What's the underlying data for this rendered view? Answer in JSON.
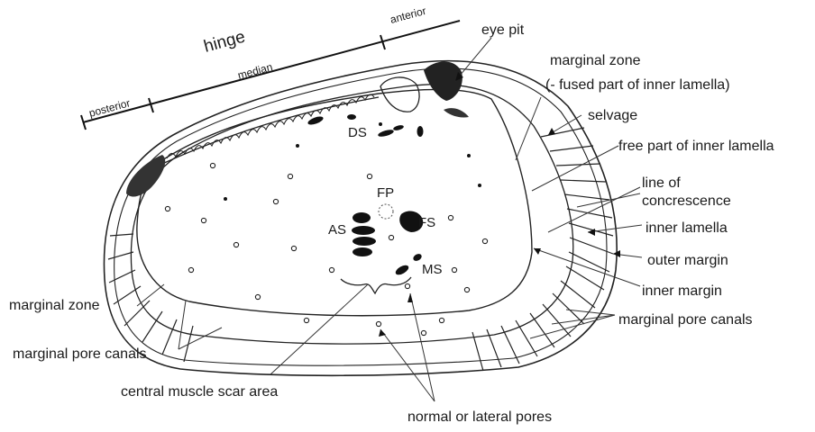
{
  "diagram": {
    "hinge_labels": {
      "hinge": "hinge",
      "median": "median",
      "anterior": "anterior",
      "posterior": "posterior"
    },
    "labels": {
      "eye_pit": "eye pit",
      "marginal_zone_right_1": "marginal zone",
      "marginal_zone_right_2": "(- fused part of inner lamella)",
      "selvage": "selvage",
      "free_part": "free part of inner lamella",
      "line_concrescence_1": "line of",
      "line_concrescence_2": "concrescence",
      "inner_lamella": "inner lamella",
      "outer_margin": "outer margin",
      "inner_margin": "inner margin",
      "marginal_pore_canals_right": "marginal pore canals",
      "marginal_zone_left": "marginal zone",
      "marginal_pore_canals_left": "marginal pore canals",
      "central_muscle_scar_area": "central muscle scar area",
      "normal_pores": "normal or lateral pores"
    },
    "scar_labels": {
      "ds": "DS",
      "fp": "FP",
      "as": "AS",
      "fs": "FS",
      "ms": "MS"
    }
  }
}
